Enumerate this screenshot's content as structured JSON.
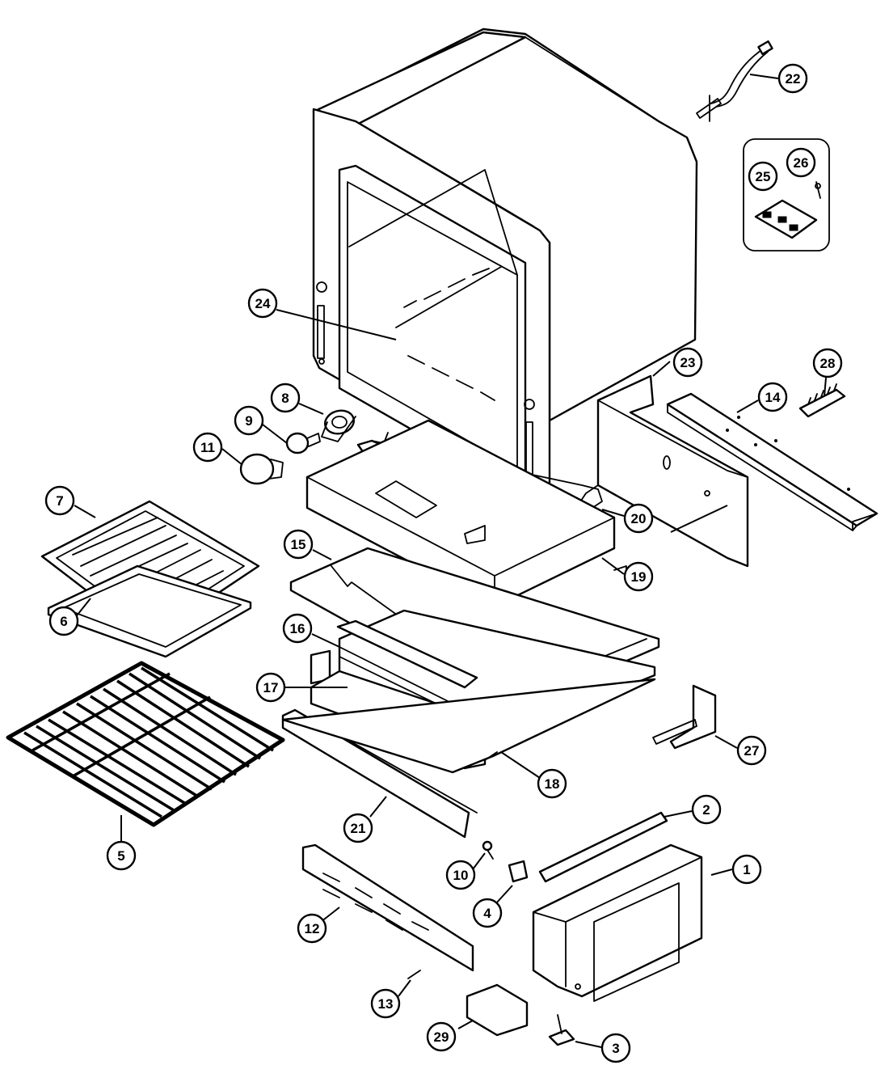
{
  "diagram": {
    "colors": {
      "line": "#000000",
      "background": "#ffffff"
    },
    "callouts": [
      {
        "id": "1",
        "label": "1"
      },
      {
        "id": "2",
        "label": "2"
      },
      {
        "id": "3",
        "label": "3"
      },
      {
        "id": "4",
        "label": "4"
      },
      {
        "id": "5",
        "label": "5"
      },
      {
        "id": "6",
        "label": "6"
      },
      {
        "id": "7",
        "label": "7"
      },
      {
        "id": "8",
        "label": "8"
      },
      {
        "id": "9",
        "label": "9"
      },
      {
        "id": "10",
        "label": "10"
      },
      {
        "id": "11",
        "label": "11"
      },
      {
        "id": "12",
        "label": "12"
      },
      {
        "id": "13",
        "label": "13"
      },
      {
        "id": "14",
        "label": "14"
      },
      {
        "id": "15",
        "label": "15"
      },
      {
        "id": "16",
        "label": "16"
      },
      {
        "id": "17",
        "label": "17"
      },
      {
        "id": "18",
        "label": "18"
      },
      {
        "id": "19",
        "label": "19"
      },
      {
        "id": "20",
        "label": "20"
      },
      {
        "id": "21",
        "label": "21"
      },
      {
        "id": "22",
        "label": "22"
      },
      {
        "id": "23",
        "label": "23"
      },
      {
        "id": "24",
        "label": "24"
      },
      {
        "id": "25",
        "label": "25"
      },
      {
        "id": "26",
        "label": "26"
      },
      {
        "id": "27",
        "label": "27"
      },
      {
        "id": "28",
        "label": "28"
      },
      {
        "id": "29",
        "label": "29"
      }
    ]
  }
}
